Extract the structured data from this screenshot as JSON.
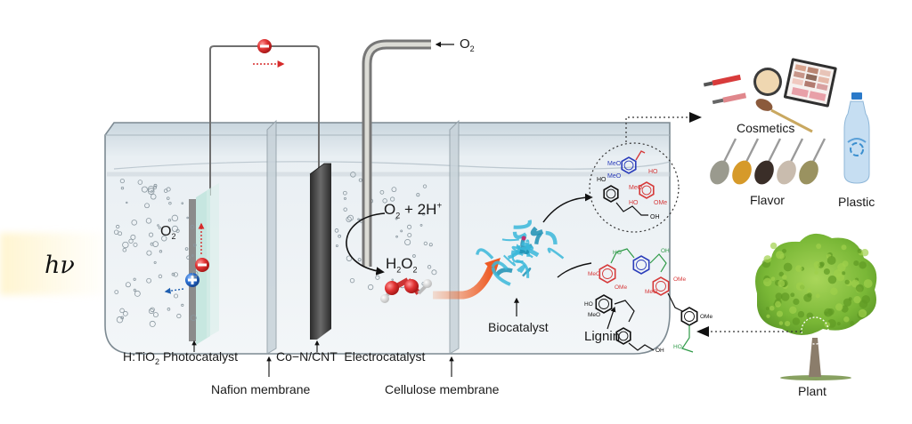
{
  "figure": {
    "light_symbol": "hν",
    "gas_input": {
      "label": "O",
      "sub": "2"
    },
    "photocatalyst_gas": {
      "label": "O",
      "sub": "2"
    },
    "reaction": {
      "reactant": "O",
      "reactant_sub": "2",
      "plus": " + 2H",
      "charge": "+"
    },
    "product": {
      "pre": "H",
      "sub1": "2",
      "mid": "O",
      "sub2": "2"
    },
    "compartment_labels": {
      "photocatalyst": {
        "pre": "H:TiO",
        "sub": "2",
        "post": " Photocatalyst"
      },
      "electrocatalyst": "Co−N/CNT  Electrocatalyst"
    },
    "membranes": {
      "nafion": "Nafion membrane",
      "cellulose": "Cellulose membrane"
    },
    "biocatalyst_label": "Biocatalyst",
    "lignin_label": "Lignin",
    "products": {
      "cosmetics": "Cosmetics",
      "flavor": "Flavor",
      "plastic": "Plastic"
    },
    "source_label": "Plant",
    "charges": {
      "electron": "−",
      "hole": "+"
    },
    "chem_groups": {
      "meo": "MeO",
      "ome": "OMe",
      "ho": "HO",
      "oh": "OH",
      "o": "O"
    },
    "colors": {
      "electron_red": "#d62a2a",
      "hole_blue": "#1f5fb0",
      "h2o2_red": "#d84040",
      "flow_arrow_orange": "#ee5a24",
      "monomer_blue": "#2b3dbb",
      "monomer_red": "#d63a3a",
      "lignin_green": "#2e9a47",
      "enzyme_cyan": "#39b7d9",
      "water": "#dfe9ef",
      "tree_green": "#7fbf3a"
    }
  }
}
